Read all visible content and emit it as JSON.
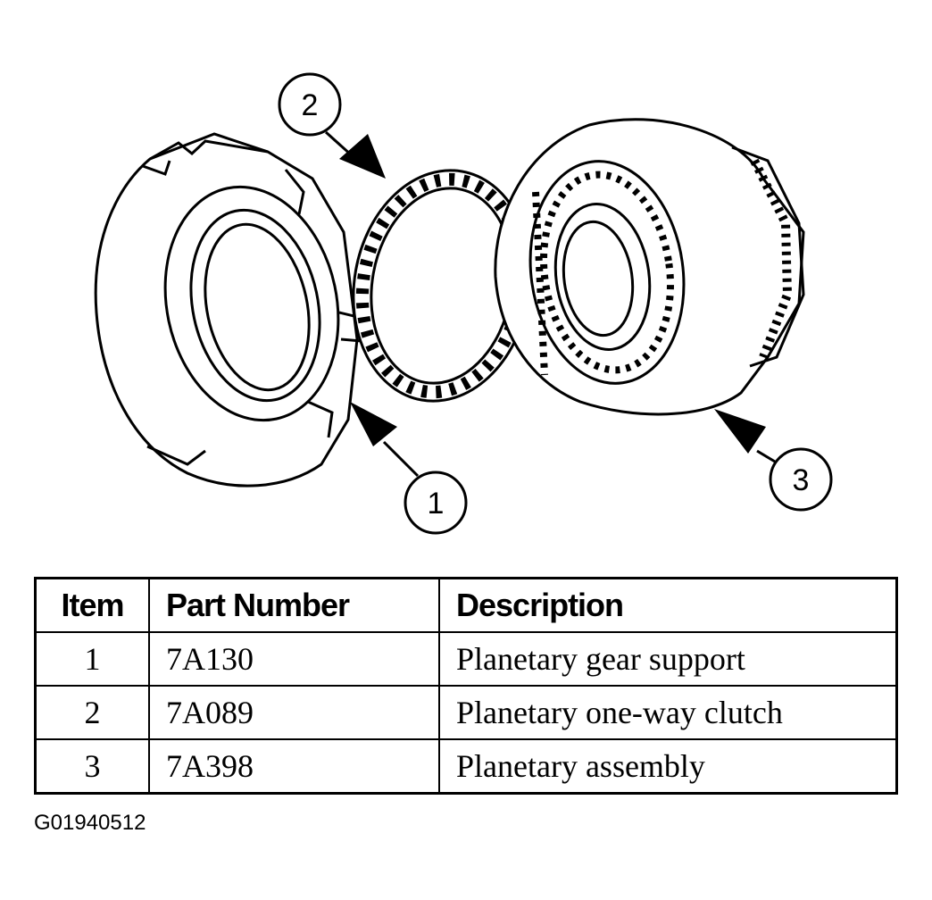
{
  "callouts": {
    "item_1": "1",
    "item_2": "2",
    "item_3": "3"
  },
  "table": {
    "headers": {
      "item": "Item",
      "part_number": "Part Number",
      "description": "Description"
    },
    "rows": [
      {
        "item": "1",
        "part_number": "7A130",
        "description": "Planetary gear support"
      },
      {
        "item": "2",
        "part_number": "7A089",
        "description": "Planetary one-way clutch"
      },
      {
        "item": "3",
        "part_number": "7A398",
        "description": "Planetary assembly"
      }
    ]
  },
  "figure_id": "G01940512",
  "colors": {
    "ink": "#000000",
    "background": "#ffffff"
  }
}
